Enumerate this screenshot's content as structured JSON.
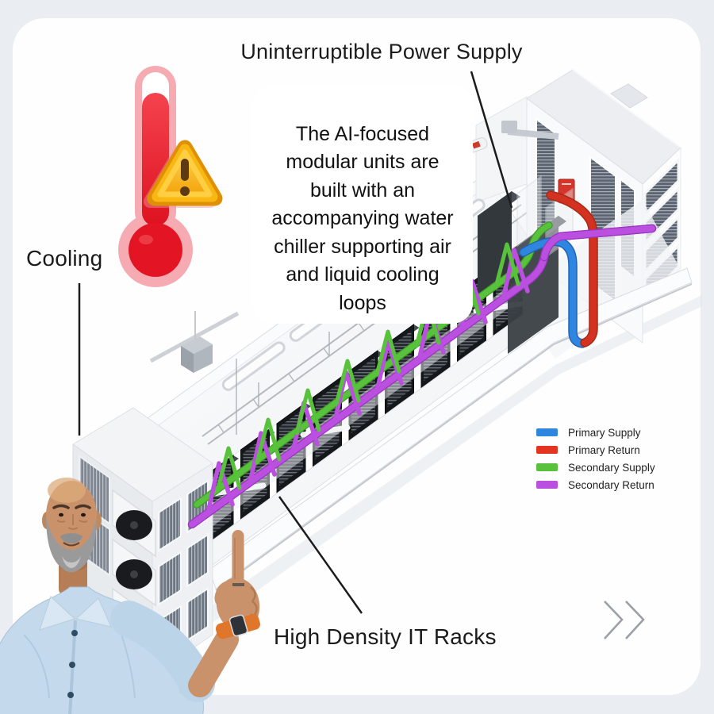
{
  "labels": {
    "ups": "Uninterruptible Power Supply",
    "cooling": "Cooling",
    "racks": "High Density IT Racks"
  },
  "callout": {
    "text": "The AI-focused\nmodular units are\nbuilt with an\naccompanying water\nchiller supporting air\nand liquid cooling\nloops"
  },
  "legend": {
    "items": [
      {
        "label": "Primary Supply",
        "color": "#2e86de"
      },
      {
        "label": "Primary Return",
        "color": "#e2341f"
      },
      {
        "label": "Secondary Supply",
        "color": "#58c23c"
      },
      {
        "label": "Secondary Return",
        "color": "#bb4fe0"
      }
    ]
  },
  "icons": {
    "thermometer": "thermometer-icon",
    "warning": "warning-icon",
    "next": "double-chevron-right-icon"
  },
  "colors": {
    "background": "#eaeef2",
    "card": "#fefefe",
    "leader_line": "#1c1c1c",
    "pipe_primary_supply": "#2e86de",
    "pipe_primary_return": "#d2321f",
    "pipe_secondary_supply": "#58c23c",
    "pipe_secondary_return": "#bb4fe0",
    "thermometer_red": "#e31525",
    "warning_yellow": "#f6a60e"
  }
}
